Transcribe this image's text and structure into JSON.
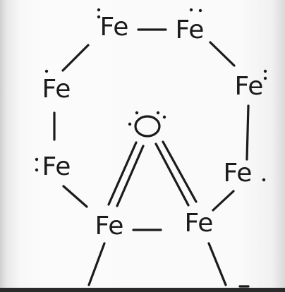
{
  "diagram": {
    "atoms": [
      {
        "id": "fe_top_left",
        "label": "Fe"
      },
      {
        "id": "fe_top_right",
        "label": "Fe"
      },
      {
        "id": "fe_right_upper",
        "label": "Fe"
      },
      {
        "id": "fe_right_lower",
        "label": "Fe"
      },
      {
        "id": "fe_bottom_right",
        "label": "Fe"
      },
      {
        "id": "fe_bottom_left",
        "label": "Fe"
      },
      {
        "id": "fe_left_lower",
        "label": "Fe"
      },
      {
        "id": "fe_left_upper",
        "label": "Fe"
      },
      {
        "id": "oxygen",
        "label": "O"
      }
    ]
  }
}
